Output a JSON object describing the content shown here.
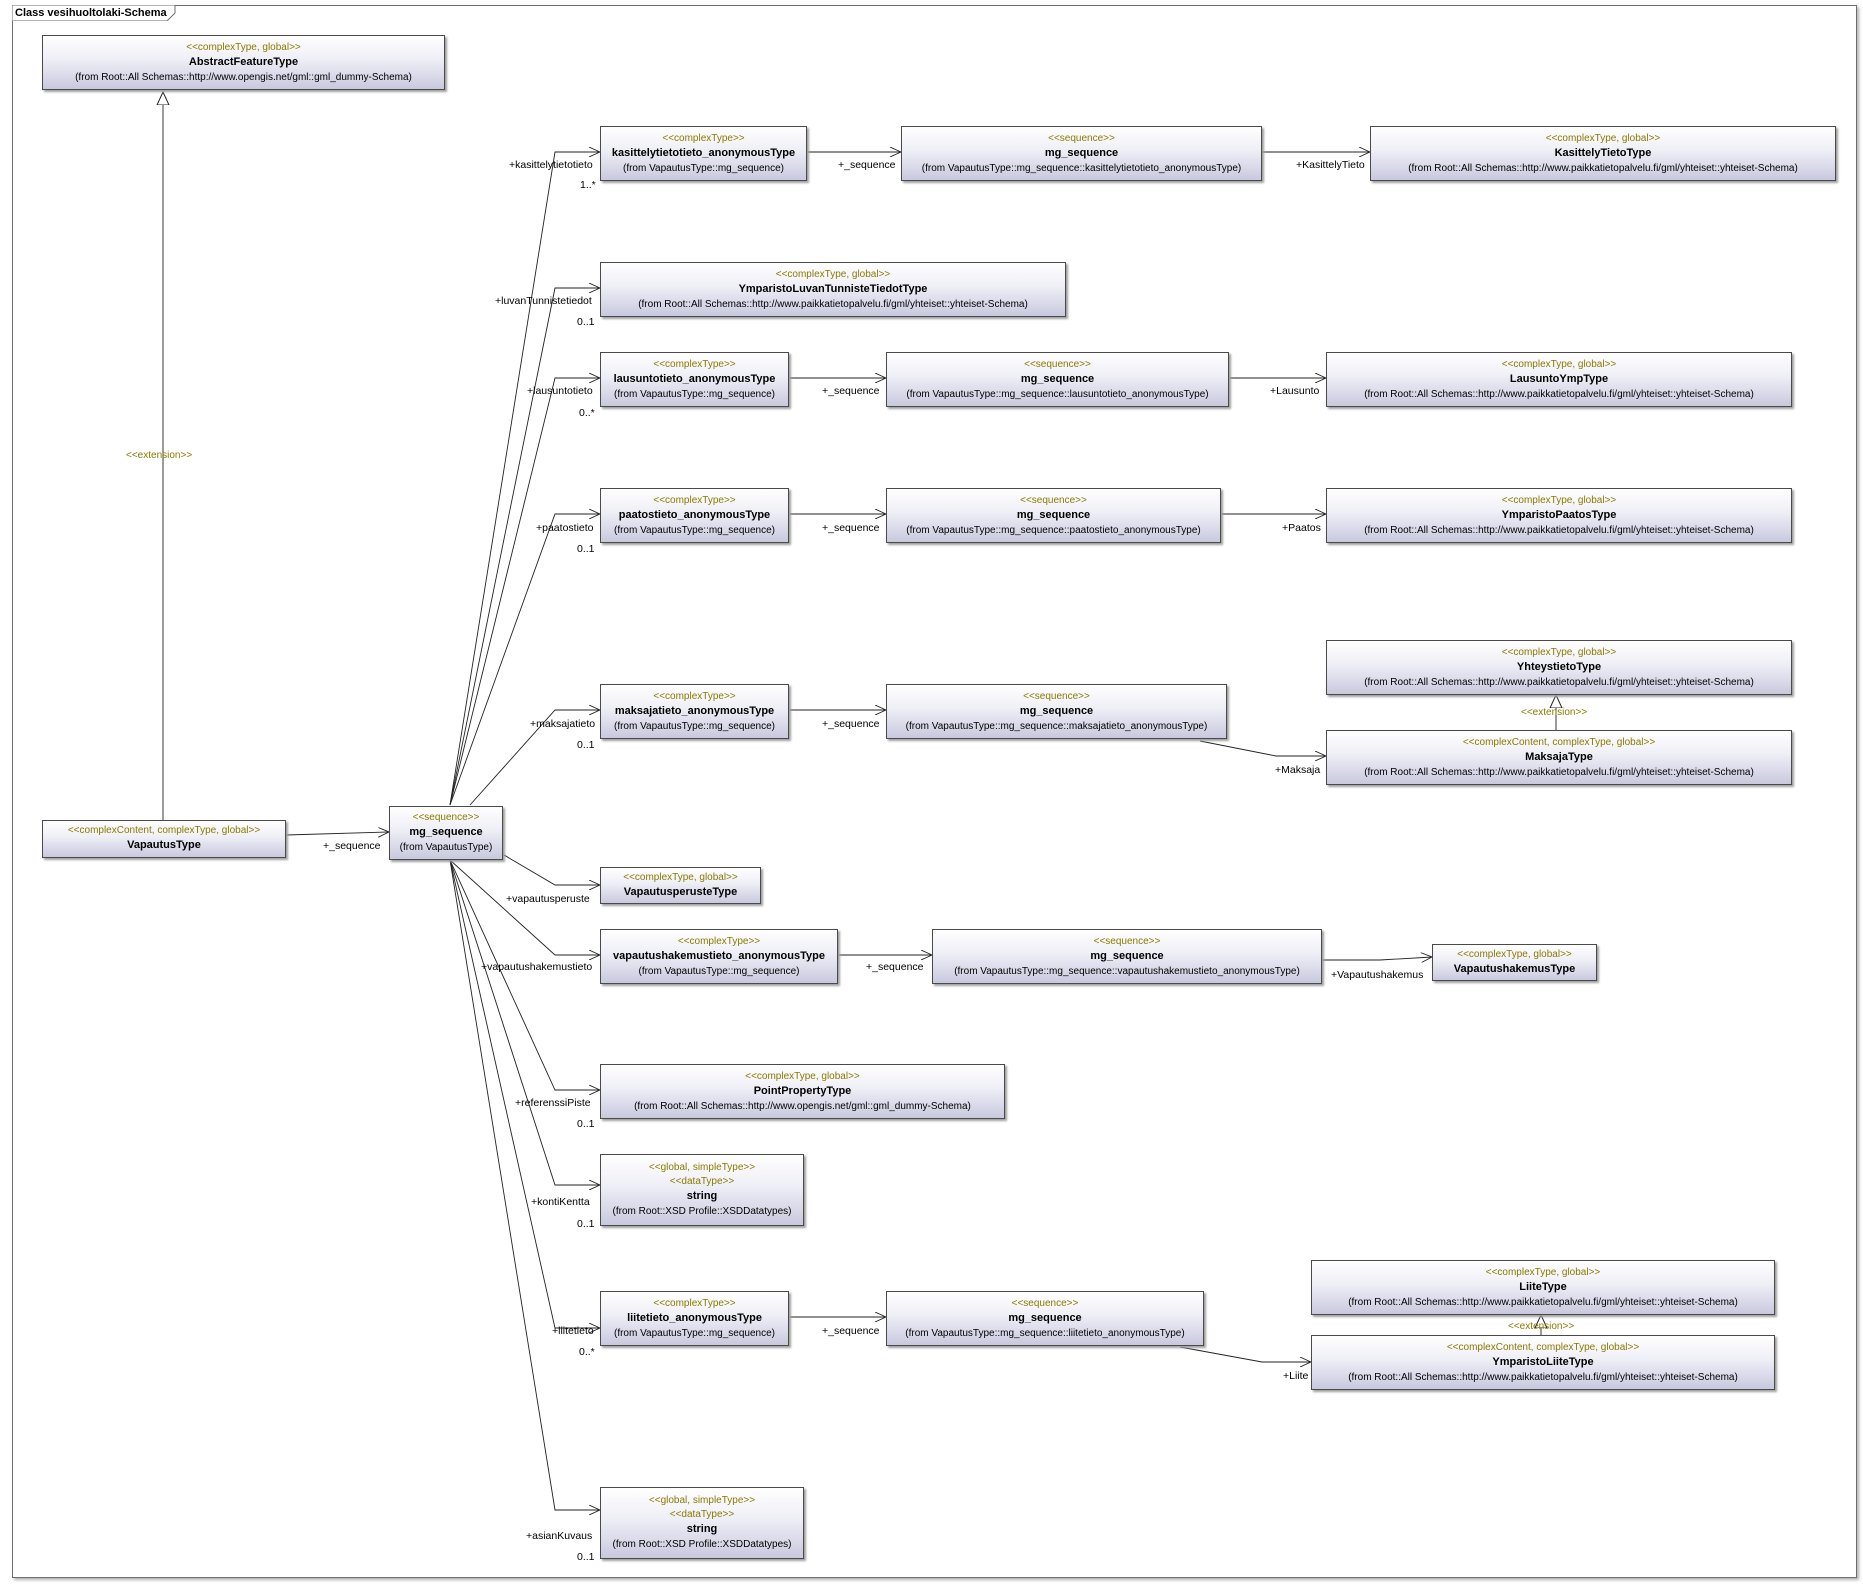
{
  "frame": {
    "title": "Class vesihuoltolaki-Schema"
  },
  "classes": {
    "abstract_feature": {
      "stereotype": "<<complexType, global>>",
      "name": "AbstractFeatureType",
      "from": "(from Root::All Schemas::http://www.opengis.net/gml::gml_dummy-Schema)"
    },
    "vapautus": {
      "stereotype": "<<complexContent, complexType, global>>",
      "name": "VapautusType"
    },
    "mg_root": {
      "stereotype": "<<sequence>>",
      "name": "mg_sequence",
      "from": "(from VapautusType)"
    },
    "kasittely_anon": {
      "stereotype": "<<complexType>>",
      "name": "kasittelytietotieto_anonymousType",
      "from": "(from VapautusType::mg_sequence)"
    },
    "kasittely_seq": {
      "stereotype": "<<sequence>>",
      "name": "mg_sequence",
      "from": "(from VapautusType::mg_sequence::kasittelytietotieto_anonymousType)"
    },
    "kasittely_type": {
      "stereotype": "<<complexType, global>>",
      "name": "KasittelyTietoType",
      "from": "(from Root::All Schemas::http://www.paikkatietopalvelu.fi/gml/yhteiset::yhteiset-Schema)"
    },
    "ymparisto_luvan": {
      "stereotype": "<<complexType, global>>",
      "name": "YmparistoLuvanTunnisteTiedotType",
      "from": "(from Root::All Schemas::http://www.paikkatietopalvelu.fi/gml/yhteiset::yhteiset-Schema)"
    },
    "lausunto_anon": {
      "stereotype": "<<complexType>>",
      "name": "lausuntotieto_anonymousType",
      "from": "(from VapautusType::mg_sequence)"
    },
    "lausunto_seq": {
      "stereotype": "<<sequence>>",
      "name": "mg_sequence",
      "from": "(from VapautusType::mg_sequence::lausuntotieto_anonymousType)"
    },
    "lausunto_type": {
      "stereotype": "<<complexType, global>>",
      "name": "LausuntoYmpType",
      "from": "(from Root::All Schemas::http://www.paikkatietopalvelu.fi/gml/yhteiset::yhteiset-Schema)"
    },
    "paatos_anon": {
      "stereotype": "<<complexType>>",
      "name": "paatostieto_anonymousType",
      "from": "(from VapautusType::mg_sequence)"
    },
    "paatos_seq": {
      "stereotype": "<<sequence>>",
      "name": "mg_sequence",
      "from": "(from VapautusType::mg_sequence::paatostieto_anonymousType)"
    },
    "paatos_type": {
      "stereotype": "<<complexType, global>>",
      "name": "YmparistoPaatosType",
      "from": "(from Root::All Schemas::http://www.paikkatietopalvelu.fi/gml/yhteiset::yhteiset-Schema)"
    },
    "yhteystieto_type": {
      "stereotype": "<<complexType, global>>",
      "name": "YhteystietoType",
      "from": "(from Root::All Schemas::http://www.paikkatietopalvelu.fi/gml/yhteiset::yhteiset-Schema)"
    },
    "maksaja_anon": {
      "stereotype": "<<complexType>>",
      "name": "maksajatieto_anonymousType",
      "from": "(from VapautusType::mg_sequence)"
    },
    "maksaja_seq": {
      "stereotype": "<<sequence>>",
      "name": "mg_sequence",
      "from": "(from VapautusType::mg_sequence::maksajatieto_anonymousType)"
    },
    "maksaja_type": {
      "stereotype": "<<complexContent, complexType, global>>",
      "name": "MaksajaType",
      "from": "(from Root::All Schemas::http://www.paikkatietopalvelu.fi/gml/yhteiset::yhteiset-Schema)"
    },
    "vapautusperuste": {
      "stereotype": "<<complexType, global>>",
      "name": "VapautusperusteType"
    },
    "hakemus_anon": {
      "stereotype": "<<complexType>>",
      "name": "vapautushakemustieto_anonymousType",
      "from": "(from VapautusType::mg_sequence)"
    },
    "hakemus_seq": {
      "stereotype": "<<sequence>>",
      "name": "mg_sequence",
      "from": "(from VapautusType::mg_sequence::vapautushakemustieto_anonymousType)"
    },
    "hakemus_type": {
      "stereotype": "<<complexType, global>>",
      "name": "VapautushakemusType"
    },
    "point_property": {
      "stereotype": "<<complexType, global>>",
      "name": "PointPropertyType",
      "from": "(from Root::All Schemas::http://www.opengis.net/gml::gml_dummy-Schema)"
    },
    "string_kontti": {
      "stereotype": "<<global, simpleType>>",
      "stereotype2": "<<dataType>>",
      "name": "string",
      "from": "(from Root::XSD Profile::XSDDatatypes)"
    },
    "liite_type": {
      "stereotype": "<<complexType, global>>",
      "name": "LiiteType",
      "from": "(from Root::All Schemas::http://www.paikkatietopalvelu.fi/gml/yhteiset::yhteiset-Schema)"
    },
    "liite_anon": {
      "stereotype": "<<complexType>>",
      "name": "liitetieto_anonymousType",
      "from": "(from VapautusType::mg_sequence)"
    },
    "liite_seq": {
      "stereotype": "<<sequence>>",
      "name": "mg_sequence",
      "from": "(from VapautusType::mg_sequence::liitetieto_anonymousType)"
    },
    "ymparisto_liite": {
      "stereotype": "<<complexContent, complexType, global>>",
      "name": "YmparistoLiiteType",
      "from": "(from Root::All Schemas::http://www.paikkatietopalvelu.fi/gml/yhteiset::yhteiset-Schema)"
    },
    "string_asian": {
      "stereotype": "<<global, simpleType>>",
      "stereotype2": "<<dataType>>",
      "name": "string",
      "from": "(from Root::XSD Profile::XSDDatatypes)"
    }
  },
  "labels": {
    "extension_main": "<<extension>>",
    "extension_yhteys": "<<extension>>",
    "extension_liite": "<<extension>>",
    "seq_vapautus": "+_sequence",
    "role_kasittely": "+kasittelytietotieto",
    "mult_kasittely": "1..*",
    "seq_kasittely": "+_sequence",
    "role_kasittely_tieto": "+KasittelyTieto",
    "role_luvan": "+luvanTunnistetiedot",
    "mult_luvan": "0..1",
    "role_lausunto": "+lausuntotieto",
    "mult_lausunto": "0..*",
    "seq_lausunto": "+_sequence",
    "role_lausunto2": "+Lausunto",
    "role_paatos": "+paatostieto",
    "mult_paatos": "0..1",
    "seq_paatos": "+_sequence",
    "role_paatos2": "+Paatos",
    "role_maksaja": "+maksajatieto",
    "mult_maksaja": "0..1",
    "seq_maksaja": "+_sequence",
    "role_maksaja2": "+Maksaja",
    "role_peruste": "+vapautusperuste",
    "role_hakemus": "+vapautushakemustieto",
    "seq_hakemus": "+_sequence",
    "role_hakemus2": "+Vapautushakemus",
    "role_referenssi": "+referenssiPiste",
    "mult_referenssi": "0..1",
    "role_kontti": "+kontiKentta",
    "mult_kontti": "0..1",
    "role_liite": "+liitetieto",
    "mult_liite": "0..*",
    "seq_liite": "+_sequence",
    "role_liite2": "+Liite",
    "role_asian": "+asianKuvaus",
    "mult_asian": "0..1"
  }
}
